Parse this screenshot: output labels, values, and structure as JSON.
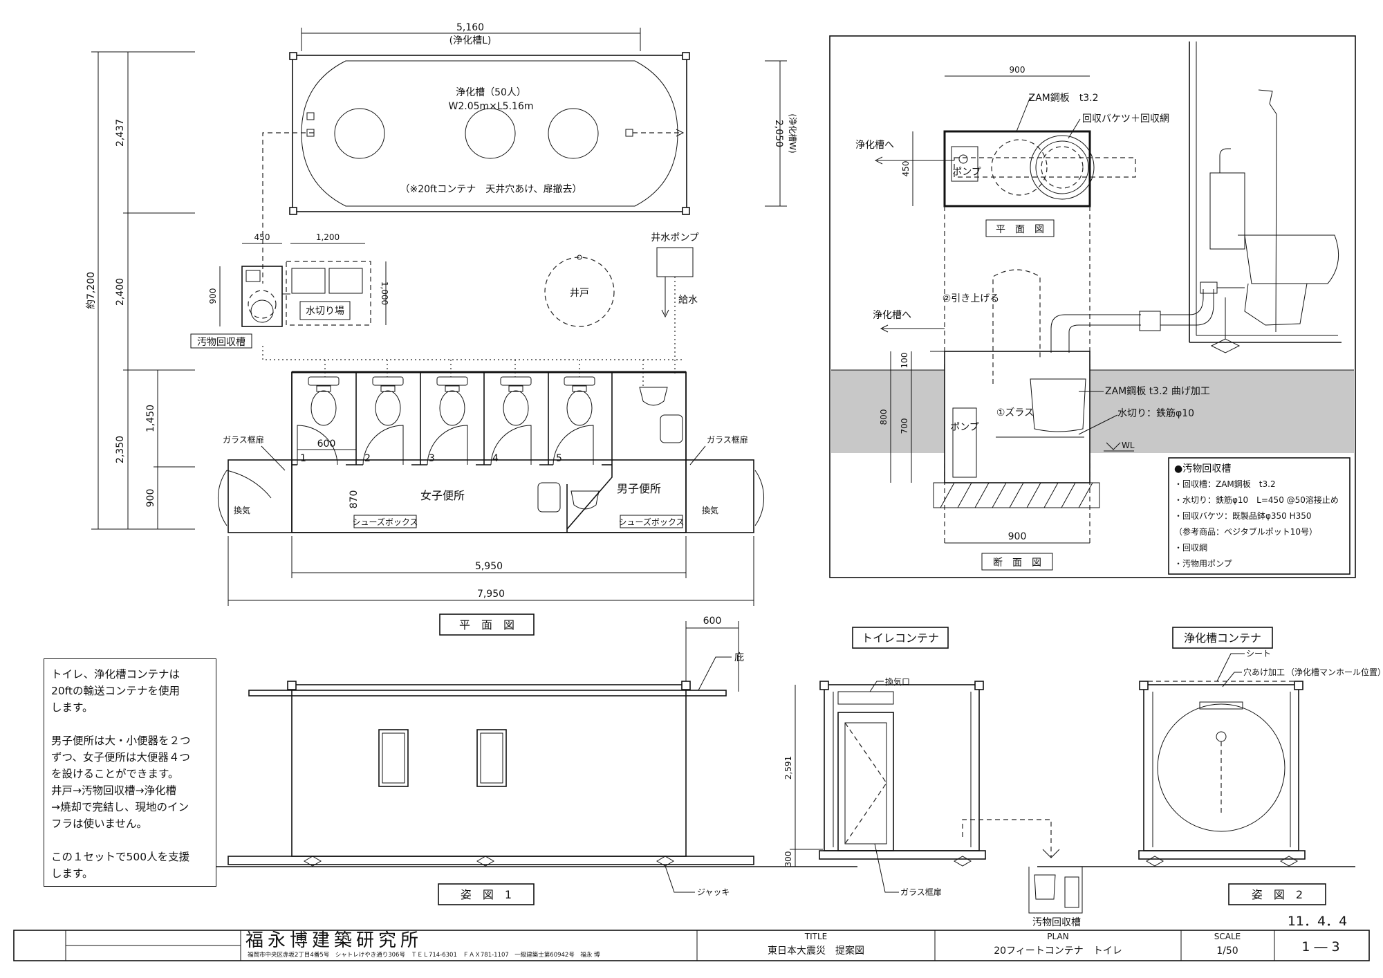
{
  "plan": {
    "dims": {
      "top": "5,160",
      "top_sub": "(浄化槽L)",
      "right_v": "2,050",
      "right_v_sub": "(浄化槽W)",
      "left_total": "約7,200",
      "left_a": "2,437",
      "left_b": "2,400",
      "left_c": "2,350",
      "left_d": "1,450",
      "left_e": "900",
      "bottom_a": "5,950",
      "bottom_b": "7,950",
      "pit_w": "450",
      "pit_h": "900",
      "drain_w": "1,200",
      "drain_h": "1,000",
      "stall": "600",
      "door_h": "870"
    },
    "tank_title": "浄化槽（50人）",
    "tank_size": "W2.05m×L5.16m",
    "tank_note": "（※20ftコンテナ　天井穴あけ、扉撤去）",
    "well_pump": "井水ポンプ",
    "well": "井戸",
    "supply": "給水",
    "drain_area": "水切り場",
    "pit_label": "汚物回収槽",
    "women": "女子便所",
    "men": "男子便所",
    "glass_door": "ガラス框扉",
    "vent": "換気",
    "shoe_box": "シューズボックス",
    "stall_nums": [
      "1",
      "2",
      "3",
      "4",
      "5"
    ],
    "caption": "平　面　図"
  },
  "detail": {
    "w900": "900",
    "zam": "ZAM鋼板　t3.2",
    "bucket_net": "回収バケツ＋回収網",
    "to_tank": "浄化槽へ",
    "to_tank2": "浄化槽へ",
    "h450": "450",
    "pump": "ポンプ",
    "pump2": "ポンプ",
    "plan_caption": "平　面　図",
    "lift": "②引き上げる",
    "slide": "①ズラス",
    "zam_bend": "ZAM鋼板 t3.2 曲げ加工",
    "drainer": "水切り：鉄筋φ10",
    "wl": "WL",
    "h100": "100",
    "h800": "800",
    "h700": "700",
    "bottom900": "900",
    "section_caption": "断　面　図",
    "spec_title": "●汚物回収槽",
    "spec_lines": [
      "・回収槽：ZAM鋼板　t3.2",
      "・水切り：鉄筋φ10　L=450 @50溶接止め",
      "・回収バケツ：既製品鉢φ350 H350",
      "（参考商品：ベジタブルポット10号）",
      "・回収網",
      "・汚物用ポンプ"
    ]
  },
  "elev1": {
    "dim600": "600",
    "eave": "庇",
    "jack": "ジャッキ",
    "caption": "姿　図　1"
  },
  "elev2": {
    "toilet_box": "トイレコンテナ",
    "tank_box": "浄化槽コンテナ",
    "vent_port": "換気口",
    "h2591": "2,591",
    "h300": "300",
    "glass_door": "ガラス框扉",
    "pit": "汚物回収槽",
    "sheet": "シート",
    "hole": "穴あけ加工",
    "hole_note": "（浄化槽マンホール位置）",
    "caption": "姿　図　2"
  },
  "notes": [
    "トイレ、浄化槽コンテナは",
    "20ftの輸送コンテナを使用",
    "します。",
    "",
    "男子便所は大・小便器を２つ",
    "ずつ、女子便所は大便器４つ",
    "を設けることができます。",
    "井戸→汚物回収槽→浄化槽",
    "→焼却で完結し、現地のイン",
    "フラは使いません。",
    "",
    "この１セットで500人を支援",
    "します。"
  ],
  "title_block": {
    "date": "11．4．4",
    "firm": "福永博建築研究所",
    "address": "福岡市中央区赤坂2丁目4番5号　シャトレけやき通り306号　ＴＥＬ714-6301　ＦＡＸ781-1107　一級建築士第60942号　福永 博",
    "title_label": "TITLE",
    "title": "東日本大震災　提案図",
    "plan_label": "PLAN",
    "plan": "20フィートコンテナ　トイレ",
    "scale_label": "SCALE",
    "scale": "1/50",
    "sheet_no": "1 ― 3"
  }
}
